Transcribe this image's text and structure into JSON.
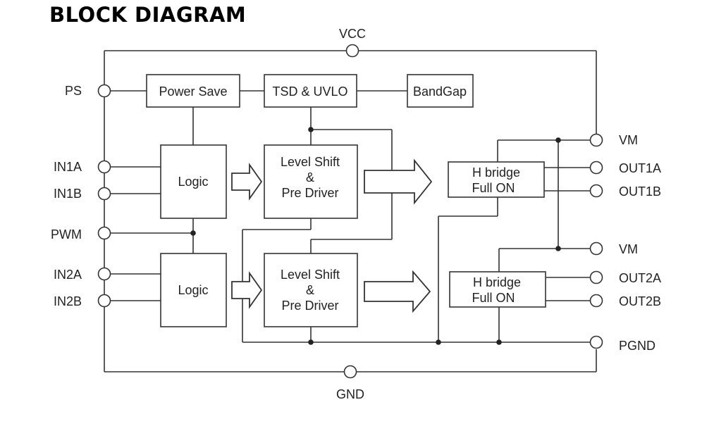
{
  "title": "BLOCK DIAGRAM",
  "pins": {
    "vcc": "VCC",
    "gnd": "GND",
    "ps": "PS",
    "in1a": "IN1A",
    "in1b": "IN1B",
    "pwm": "PWM",
    "in2a": "IN2A",
    "in2b": "IN2B",
    "vm1": "VM",
    "out1a": "OUT1A",
    "out1b": "OUT1B",
    "vm2": "VM",
    "out2a": "OUT2A",
    "out2b": "OUT2B",
    "pgnd": "PGND"
  },
  "blocks": {
    "power_save": "Power Save",
    "tsd_uvlo": "TSD & UVLO",
    "bandgap": "BandGap",
    "logic_1": "Logic",
    "logic_2": "Logic",
    "level_shift_1": [
      "Level Shift",
      "&",
      "Pre Driver"
    ],
    "level_shift_2": [
      "Level Shift",
      "&",
      "Pre Driver"
    ],
    "hbridge_1": [
      "H bridge",
      "Full ON"
    ],
    "hbridge_2": [
      "H bridge",
      "Full ON"
    ]
  }
}
